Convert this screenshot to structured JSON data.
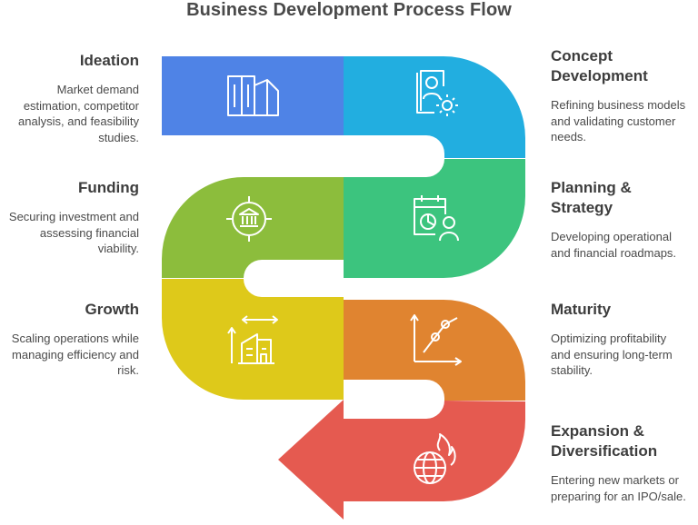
{
  "title": "Business Development Process Flow",
  "steps": [
    {
      "name": "Ideation",
      "description": "Market demand estimation, competitor analysis, and feasibility studies.",
      "color": "#4f83e6",
      "icon": "buildings-icon"
    },
    {
      "name": "Concept Development",
      "description": "Refining business models and validating customer needs.",
      "color": "#22aee0",
      "icon": "person-gear-icon"
    },
    {
      "name": "Funding",
      "description": "Securing investment and assessing financial viability.",
      "color": "#8cbd3c",
      "icon": "bank-target-icon"
    },
    {
      "name": "Planning & Strategy",
      "description": "Developing operational and financial roadmaps.",
      "color": "#3cc47e",
      "icon": "calendar-chart-person-icon"
    },
    {
      "name": "Growth",
      "description": "Scaling operations while managing efficiency and risk.",
      "color": "#dec91a",
      "icon": "building-scale-icon"
    },
    {
      "name": "Maturity",
      "description": "Optimizing profitability and ensuring long-term stability.",
      "color": "#e08430",
      "icon": "line-chart-icon"
    },
    {
      "name": "Expansion & Diversification",
      "description": "Entering new markets or preparing for an IPO/sale.",
      "color": "#e55a50",
      "icon": "globe-fire-icon"
    }
  ]
}
